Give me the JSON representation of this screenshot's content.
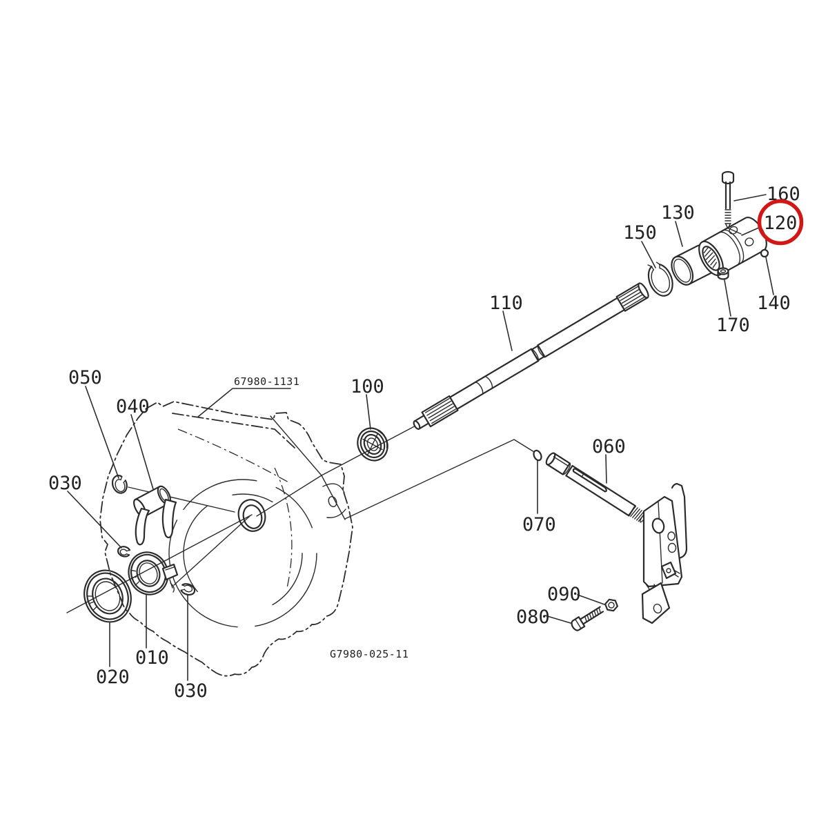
{
  "diagram": {
    "background": "#ffffff",
    "ink_color": "#2b2b2b",
    "highlight_color": "#d21717",
    "highlighted_part": "120",
    "assembly_ref": "67980-1131",
    "drawing_code": "G7980-025-11",
    "part_labels": {
      "p010": "010",
      "p020": "020",
      "p030": "030",
      "p040": "040",
      "p050": "050",
      "p060": "060",
      "p070": "070",
      "p080": "080",
      "p090": "090",
      "p100": "100",
      "p110": "110",
      "p120": "120",
      "p130": "130",
      "p140": "140",
      "p150": "150",
      "p160": "160",
      "p170": "170"
    }
  }
}
